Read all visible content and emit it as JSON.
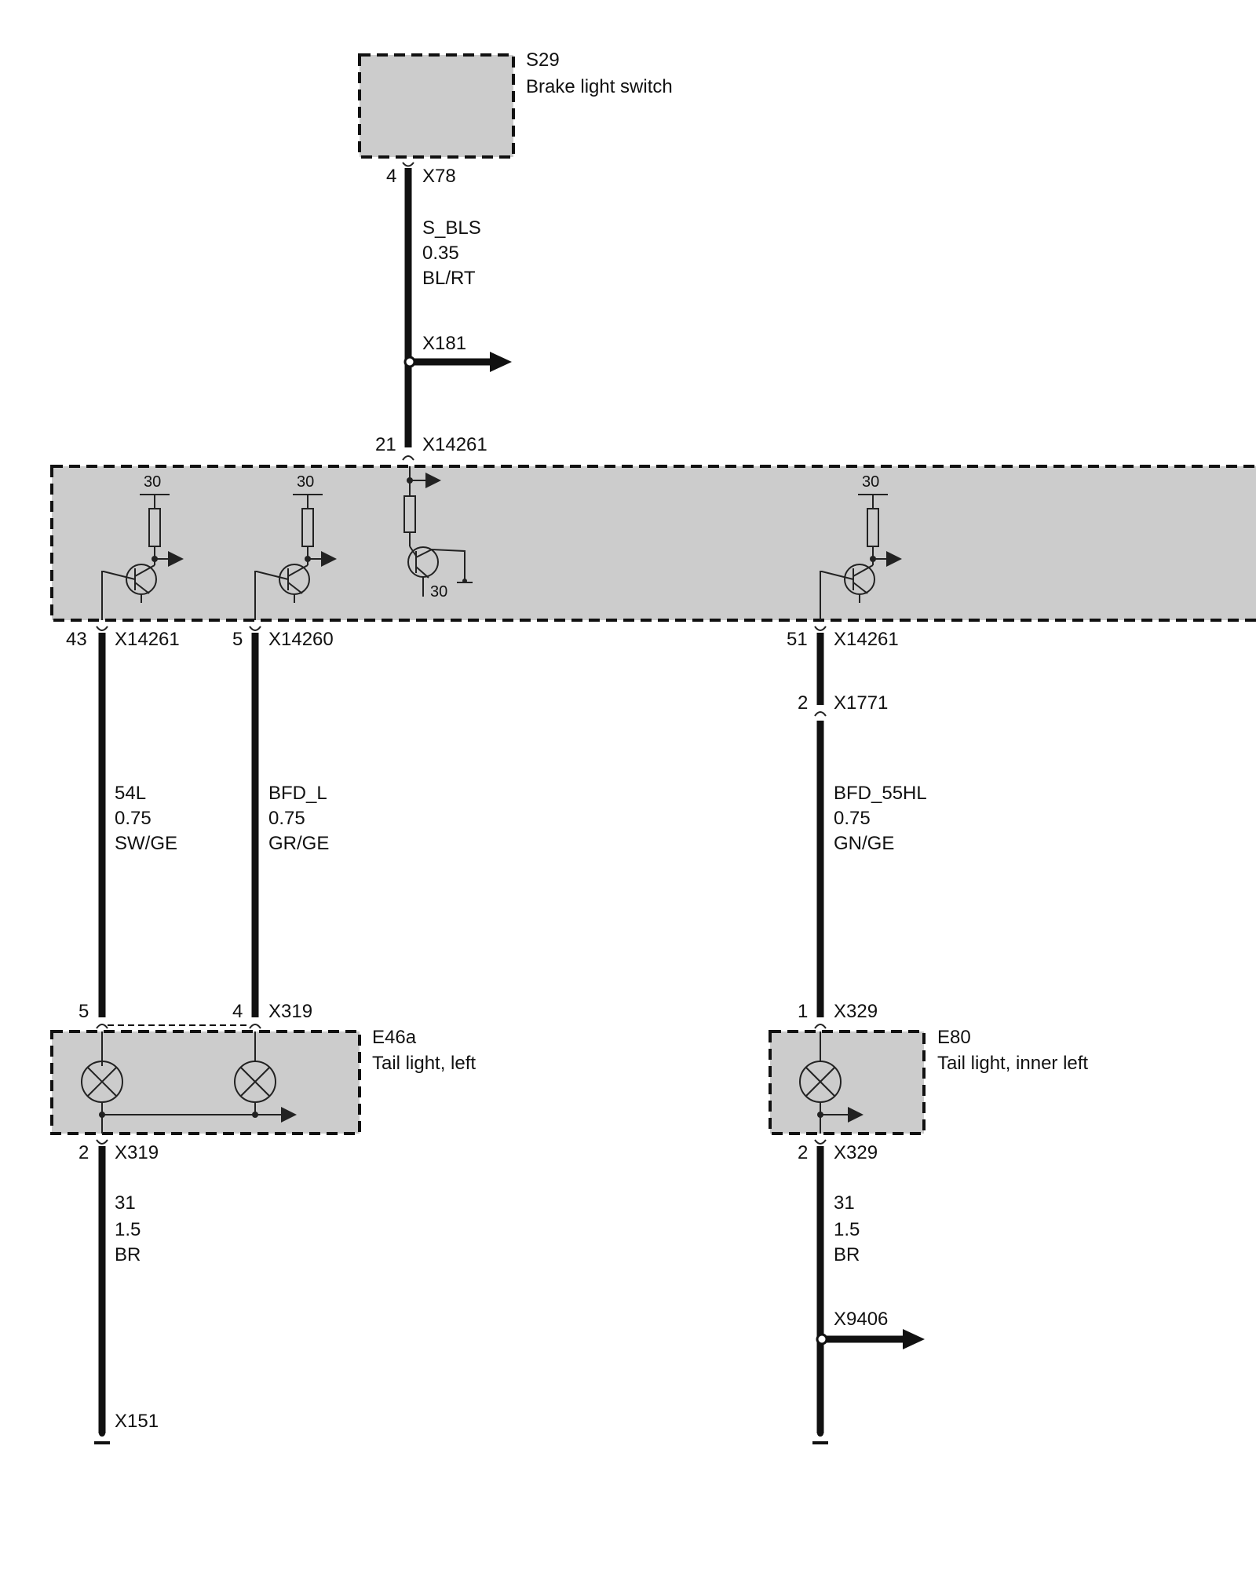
{
  "components": {
    "s29": {
      "id": "S29",
      "name": "Brake light switch"
    },
    "e46a": {
      "id": "E46a",
      "name": "Tail light, left"
    },
    "e80": {
      "id": "E80",
      "name": "Tail light, inner left"
    }
  },
  "pins": {
    "s29_out": {
      "pin": "4",
      "connector": "X78"
    },
    "x181": {
      "connector": "X181"
    },
    "module_in": {
      "pin": "21",
      "connector": "X14261"
    },
    "module_43": {
      "pin": "43",
      "connector": "X14261"
    },
    "module_5": {
      "pin": "5",
      "connector": "X14260"
    },
    "module_51": {
      "pin": "51",
      "connector": "X14261"
    },
    "x1771": {
      "pin": "2",
      "connector": "X1771"
    },
    "e46a_5": {
      "pin": "5"
    },
    "e46a_4": {
      "pin": "4",
      "connector": "X319"
    },
    "e46a_2": {
      "pin": "2",
      "connector": "X319"
    },
    "e80_1": {
      "pin": "1",
      "connector": "X329"
    },
    "e80_2": {
      "pin": "2",
      "connector": "X329"
    },
    "x151": {
      "connector": "X151"
    },
    "x9406": {
      "connector": "X9406"
    }
  },
  "supply_labels": {
    "s1": "30",
    "s2": "30",
    "s3": "30",
    "s4": "30"
  },
  "wires": {
    "s_bls": {
      "signal": "S_BLS",
      "gauge": "0.35",
      "color": "BL/RT"
    },
    "w54l": {
      "signal": "54L",
      "gauge": "0.75",
      "color": "SW/GE"
    },
    "bfd_l": {
      "signal": "BFD_L",
      "gauge": "0.75",
      "color": "GR/GE"
    },
    "bfd_55hl": {
      "signal": "BFD_55HL",
      "gauge": "0.75",
      "color": "GN/GE"
    },
    "gnd_left": {
      "signal": "31",
      "gauge": "1.5",
      "color": "BR"
    },
    "gnd_right": {
      "signal": "31",
      "gauge": "1.5",
      "color": "BR"
    }
  },
  "colors": {
    "box_fill": "#cccccc",
    "line": "#111111"
  }
}
